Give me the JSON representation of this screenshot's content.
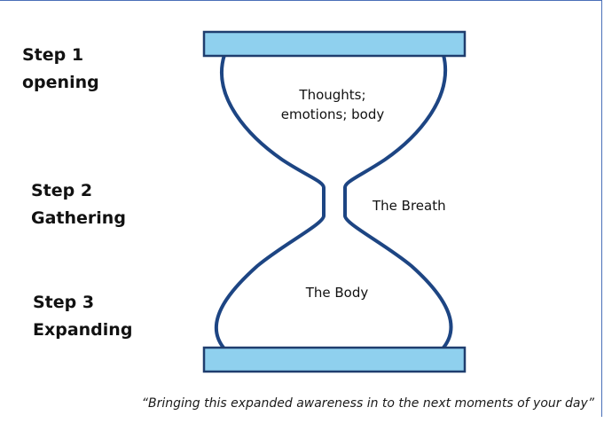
{
  "steps": [
    {
      "line1": "Step 1",
      "line2": "opening"
    },
    {
      "line1": "Step 2",
      "line2": "Gathering"
    },
    {
      "line1": "Step 3",
      "line2": "Expanding"
    }
  ],
  "hourglass": {
    "top_label_line1": "Thoughts;",
    "top_label_line2": "emotions; body",
    "middle_label": "The Breath",
    "bottom_label": "The Body"
  },
  "quote": "“Bringing this expanded awareness in to the next moments of your day”",
  "colors": {
    "outline": "#1d4583",
    "cap_fill": "#8fd0ee",
    "cap_stroke": "#1f3d6e",
    "frame": "#4a6fb8"
  }
}
